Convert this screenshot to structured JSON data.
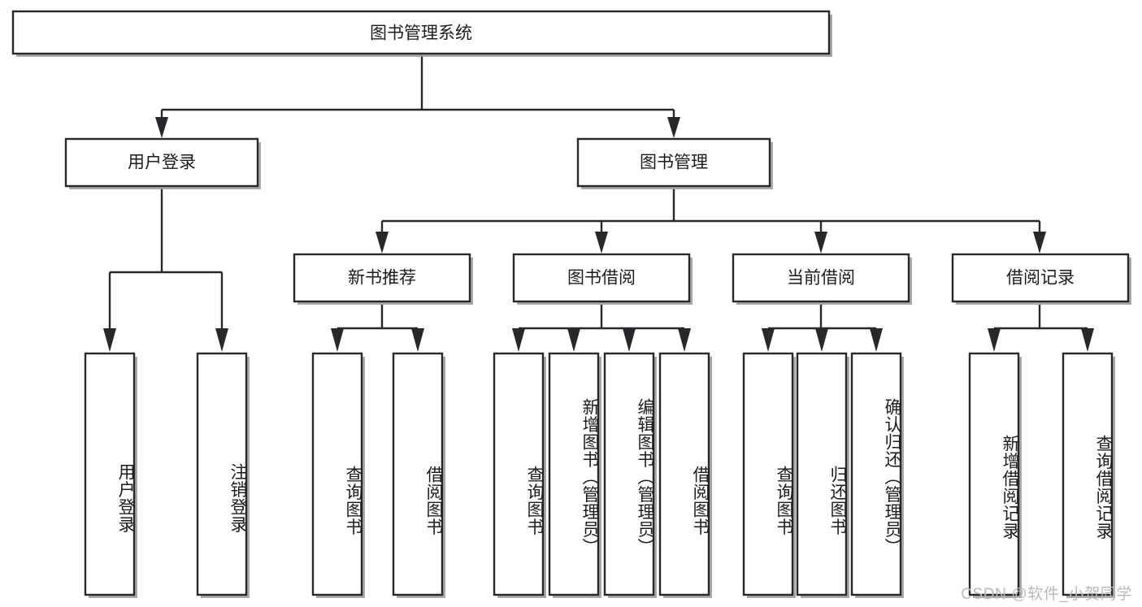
{
  "diagram": {
    "title": "图书管理系统",
    "type": "functional-structure-tree",
    "root": {
      "id": "root",
      "label": "图书管理系统"
    },
    "level2": [
      {
        "id": "user-login",
        "label": "用户登录"
      },
      {
        "id": "book-manage",
        "label": "图书管理"
      }
    ],
    "level3": [
      {
        "id": "new-book-recommend",
        "label": "新书推荐",
        "parent": "book-manage"
      },
      {
        "id": "book-borrow",
        "label": "图书借阅",
        "parent": "book-manage"
      },
      {
        "id": "current-borrow",
        "label": "当前借阅",
        "parent": "book-manage"
      },
      {
        "id": "borrow-record",
        "label": "借阅记录",
        "parent": "book-manage"
      }
    ],
    "leaves": [
      {
        "id": "leaf-user-login",
        "label": "用户登录",
        "parent": "user-login"
      },
      {
        "id": "leaf-user-logout",
        "label": "注销登录",
        "parent": "user-login"
      },
      {
        "id": "leaf-query-book-1",
        "label": "查询图书",
        "parent": "new-book-recommend"
      },
      {
        "id": "leaf-borrow-book-1",
        "label": "借阅图书",
        "parent": "new-book-recommend"
      },
      {
        "id": "leaf-query-book-2",
        "label": "查询图书",
        "parent": "book-borrow"
      },
      {
        "id": "leaf-add-book",
        "label": "新增图书（管理员）",
        "parent": "book-borrow"
      },
      {
        "id": "leaf-edit-book",
        "label": "编辑图书（管理员）",
        "parent": "book-borrow"
      },
      {
        "id": "leaf-borrow-book-2",
        "label": "借阅图书",
        "parent": "book-borrow"
      },
      {
        "id": "leaf-query-book-3",
        "label": "查询图书",
        "parent": "current-borrow"
      },
      {
        "id": "leaf-return-book",
        "label": "归还图书",
        "parent": "current-borrow"
      },
      {
        "id": "leaf-confirm-return",
        "label": "确认归还（管理员）",
        "parent": "current-borrow"
      },
      {
        "id": "leaf-add-record",
        "label": "新增借阅记录",
        "parent": "borrow-record"
      },
      {
        "id": "leaf-query-record",
        "label": "查询借阅记录",
        "parent": "borrow-record"
      }
    ],
    "colors": {
      "box_stroke": "#27282c",
      "box_fill": "#ffffff",
      "text": "#1c1c1e",
      "connector": "#27282c",
      "watermark": "#b9b9bd",
      "background": "#ffffff"
    }
  },
  "watermark": {
    "text": "CSDN @软件_小贺同学"
  }
}
